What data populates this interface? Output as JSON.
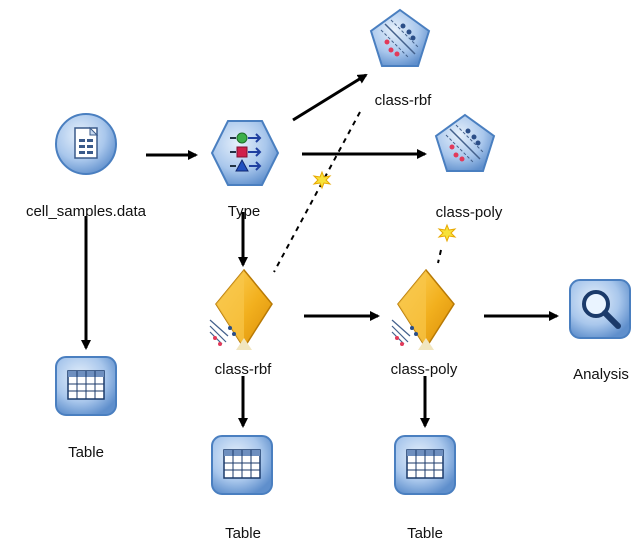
{
  "nodes": {
    "source": {
      "label": "cell_samples.data",
      "icon": "data-file-icon"
    },
    "type": {
      "label": "Type",
      "icon": "type-icon"
    },
    "table_source": {
      "label": "Table",
      "icon": "table-icon"
    },
    "model_rbf_builder": {
      "label": "class-rbf",
      "icon": "svm-model-builder-icon"
    },
    "model_poly_builder": {
      "label": "class-poly",
      "icon": "svm-model-builder-icon"
    },
    "nugget_rbf": {
      "label": "class-rbf",
      "icon": "model-nugget-icon"
    },
    "nugget_poly": {
      "label": "class-poly",
      "icon": "model-nugget-icon"
    },
    "analysis": {
      "label": "Analysis",
      "icon": "magnifier-icon"
    },
    "table_rbf": {
      "label": "Table",
      "icon": "table-icon"
    },
    "table_poly": {
      "label": "Table",
      "icon": "table-icon"
    }
  },
  "colors": {
    "arrow": "#000000",
    "node_blue": "#8fb6e4",
    "node_blue_dark": "#4a7fc0",
    "nugget_gold": "#f2b01e",
    "nugget_gold_dark": "#d98c08",
    "star": "#f7e23a"
  }
}
